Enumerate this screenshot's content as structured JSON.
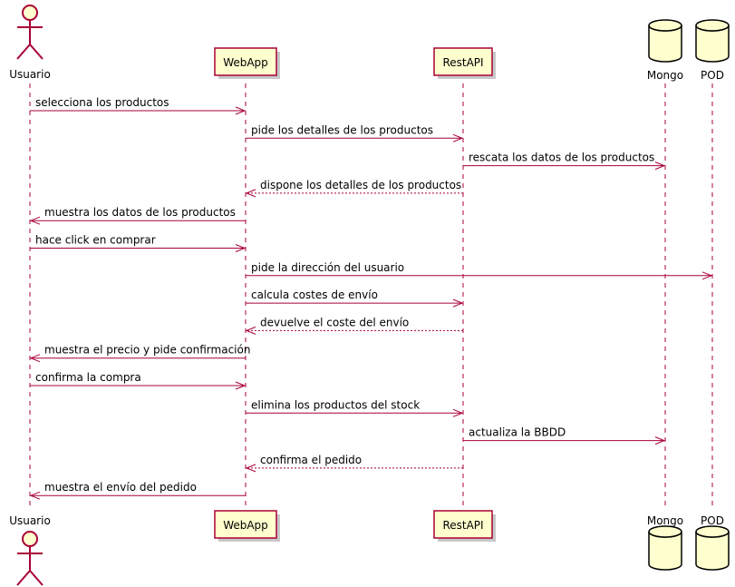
{
  "participants": [
    {
      "id": "usuario",
      "name": "Usuario",
      "kind": "actor"
    },
    {
      "id": "webapp",
      "name": "WebApp",
      "kind": "participant"
    },
    {
      "id": "restapi",
      "name": "RestAPI",
      "kind": "participant"
    },
    {
      "id": "mongo",
      "name": "Mongo",
      "kind": "database"
    },
    {
      "id": "pod",
      "name": "POD",
      "kind": "database"
    }
  ],
  "messages": [
    {
      "from": "usuario",
      "to": "webapp",
      "text": "selecciona los productos",
      "style": "solid"
    },
    {
      "from": "webapp",
      "to": "restapi",
      "text": "pide los detalles de los productos",
      "style": "solid"
    },
    {
      "from": "restapi",
      "to": "mongo",
      "text": "rescata los datos de los productos",
      "style": "solid"
    },
    {
      "from": "restapi",
      "to": "webapp",
      "text": "dispone los detalles de los productos",
      "style": "dashed"
    },
    {
      "from": "webapp",
      "to": "usuario",
      "text": "muestra los datos de los productos",
      "style": "solid"
    },
    {
      "from": "usuario",
      "to": "webapp",
      "text": "hace click en comprar",
      "style": "solid"
    },
    {
      "from": "webapp",
      "to": "pod",
      "text": "pide la dirección del usuario",
      "style": "solid"
    },
    {
      "from": "webapp",
      "to": "restapi",
      "text": "calcula costes de envío",
      "style": "solid"
    },
    {
      "from": "restapi",
      "to": "webapp",
      "text": "devuelve el coste del envío",
      "style": "dashed"
    },
    {
      "from": "webapp",
      "to": "usuario",
      "text": "muestra el precio y pide confirmación",
      "style": "solid"
    },
    {
      "from": "usuario",
      "to": "webapp",
      "text": "confirma la compra",
      "style": "solid"
    },
    {
      "from": "webapp",
      "to": "restapi",
      "text": "elimina los productos del stock",
      "style": "solid"
    },
    {
      "from": "restapi",
      "to": "mongo",
      "text": "actualiza la BBDD",
      "style": "solid"
    },
    {
      "from": "restapi",
      "to": "webapp",
      "text": "confirma el pedido",
      "style": "dashed"
    },
    {
      "from": "webapp",
      "to": "usuario",
      "text": "muestra el envío del pedido",
      "style": "solid"
    }
  ],
  "colors": {
    "border": "#A80036",
    "fill": "#FEFECE"
  }
}
